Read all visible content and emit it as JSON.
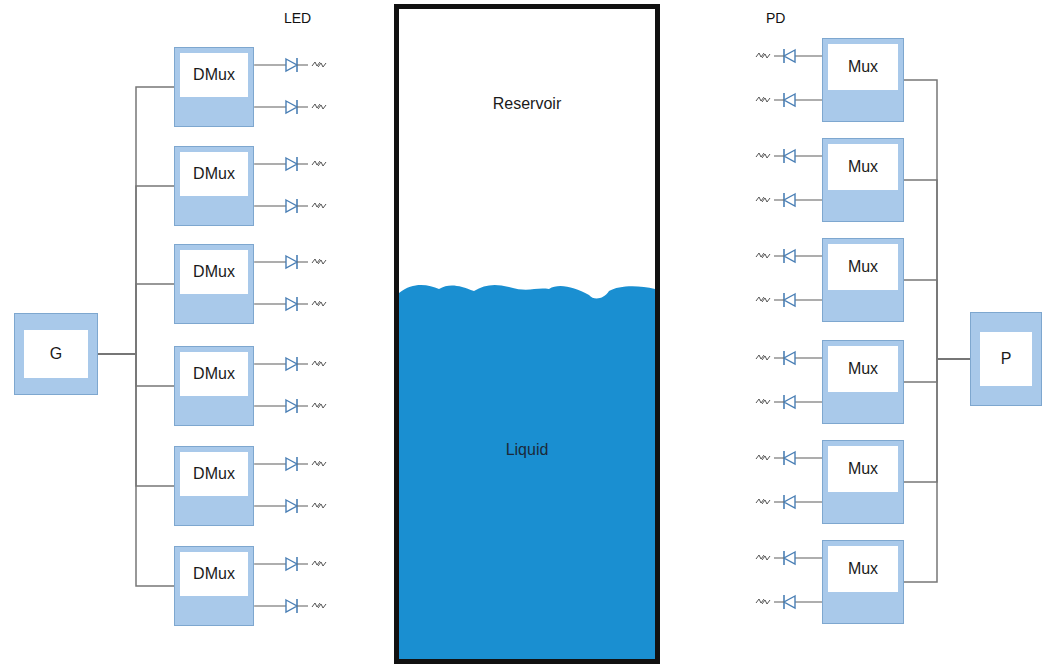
{
  "diagram": {
    "nodes": [
      {
        "text": [
          "G"
        ]
      },
      {
        "text": [
          "DMux"
        ]
      },
      {
        "text": [
          "DMux"
        ]
      },
      {
        "text": [
          "DMux"
        ]
      },
      {
        "text": [
          "DMux"
        ]
      },
      {
        "text": [
          "DMux"
        ]
      },
      {
        "text": [
          "DMux"
        ]
      },
      {
        "text": [
          "Reservoir"
        ]
      },
      {
        "text": [
          "Liquid"
        ],
        "in": 7
      },
      {
        "text": [
          "Mux"
        ]
      },
      {
        "text": [
          "Mux"
        ]
      },
      {
        "text": [
          "Mux"
        ]
      },
      {
        "text": [
          "Mux"
        ]
      },
      {
        "text": [
          "Mux"
        ]
      },
      {
        "text": [
          "Mux"
        ]
      },
      {
        "text": [
          "P"
        ]
      }
    ],
    "edges": [
      {
        "from": 0,
        "to": 1,
        "arrow": "none"
      },
      {
        "from": 0,
        "to": 2,
        "arrow": "none"
      },
      {
        "from": 0,
        "to": 3,
        "arrow": "none"
      },
      {
        "from": 0,
        "to": 4,
        "arrow": "none"
      },
      {
        "from": 0,
        "to": 5,
        "arrow": "none"
      },
      {
        "from": 0,
        "to": 6,
        "arrow": "none"
      },
      {
        "from": 9,
        "to": 15,
        "arrow": "none"
      },
      {
        "from": 10,
        "to": 15,
        "arrow": "none"
      },
      {
        "from": 11,
        "to": 15,
        "arrow": "none"
      },
      {
        "from": 12,
        "to": 15,
        "arrow": "none"
      },
      {
        "from": 13,
        "to": 15,
        "arrow": "none"
      },
      {
        "from": 14,
        "to": 15,
        "arrow": "none"
      }
    ],
    "labels": [
      "LED",
      "PD"
    ]
  }
}
